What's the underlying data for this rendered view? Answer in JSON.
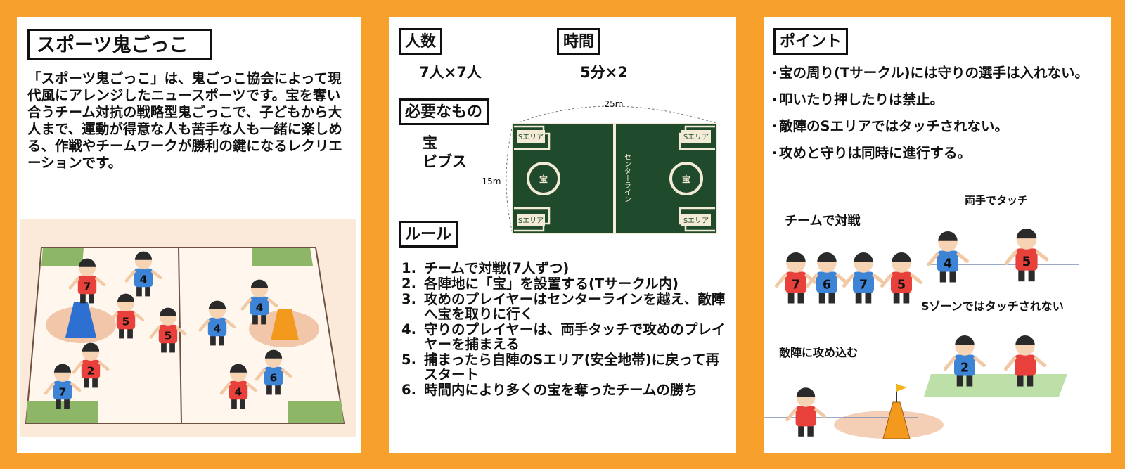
{
  "left_panel": {
    "title": "スポーツ鬼ごっこ",
    "intro": "「スポーツ鬼ごっこ」は、鬼ごっこ協会によって現代風にアレンジしたニュースポーツです。宝を奪い合うチーム対抗の戦略型鬼ごっこで、子どもから大人まで、運動が得意な人も苦手な人も一緒に楽しめる、作戦やチームワークが勝利の鍵になるレクリエーションです。",
    "illustration_numbers": [
      "7",
      "4",
      "5",
      "5",
      "4",
      "4",
      "2",
      "7",
      "4",
      "6"
    ]
  },
  "middle_panel": {
    "players_label": "人数",
    "players_value": "7人×7人",
    "time_label": "時間",
    "time_value": "5分×2",
    "needs_label": "必要なもの",
    "needs_items": [
      "宝",
      "ビブス"
    ],
    "field": {
      "width_label": "25m",
      "height_label": "15m",
      "s_area_label": "Sエリア",
      "treasure_label": "宝",
      "center_line_label": "センターライン",
      "field_color": "#1F4A2C",
      "line_color": "#F3EBD6"
    },
    "rules_label": "ルール",
    "rules": [
      {
        "num": "1.",
        "text": "チームで対戦(7人ずつ)"
      },
      {
        "num": "2.",
        "text": "各陣地に「宝」を設置する(Tサークル内)"
      },
      {
        "num": "3.",
        "text": "攻めのプレイヤーはセンターラインを越え、敵陣へ宝を取りに行く"
      },
      {
        "num": "4.",
        "text": "守りのプレイヤーは、両手タッチで攻めのプレイヤーを捕まえる"
      },
      {
        "num": "5.",
        "text": "捕まったら自陣のSエリア(安全地帯)に戻って再スタート"
      },
      {
        "num": "6.",
        "text": "時間内により多くの宝を奪ったチームの勝ち"
      }
    ]
  },
  "right_panel": {
    "points_label": "ポイント",
    "points": [
      "宝の周り(Tサークル)には守りの選手は入れない。",
      "叩いたり押したりは禁止。",
      "敵陣のSエリアではタッチされない。",
      "攻めと守りは同時に進行する。"
    ],
    "captions": {
      "team": "チームで対戦",
      "two_hands": "両手でタッチ",
      "s_zone": "Sゾーンではタッチされない",
      "attack": "敵陣に攻め込む"
    },
    "team_numbers": [
      "7",
      "6",
      "7",
      "5"
    ],
    "touch_numbers": [
      "4",
      "5"
    ],
    "zone_number": "2"
  },
  "colors": {
    "background": "#F7A02B",
    "red_bib": "#E8403A",
    "blue_bib": "#3D83D6",
    "cone": "#F39A1E"
  }
}
